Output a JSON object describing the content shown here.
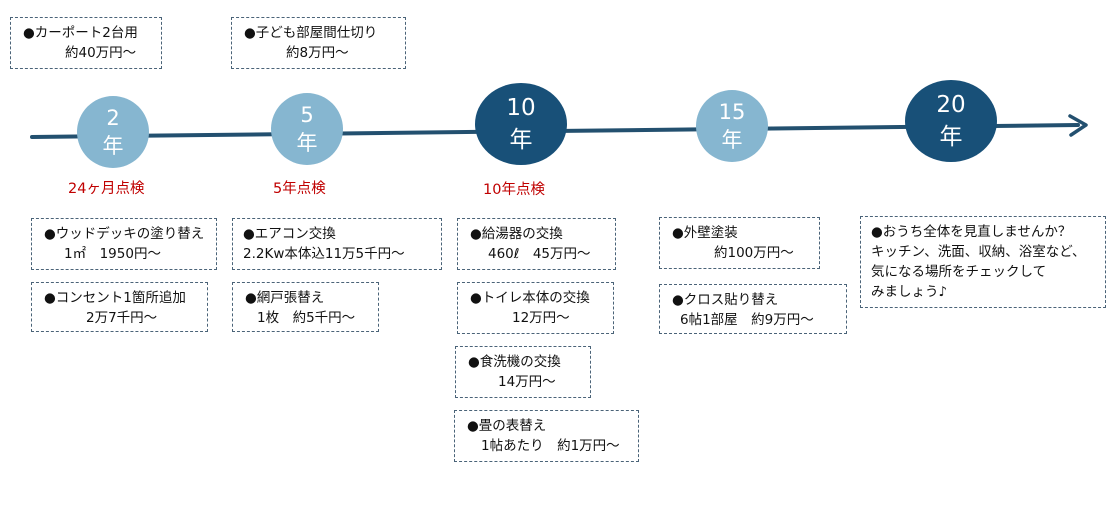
{
  "colors": {
    "line": "#23506f",
    "circle_light": "#86b6d0",
    "circle_dark": "#185078",
    "checkup_text": "#c00000",
    "box_border": "#4a6378"
  },
  "milestones": [
    {
      "number": "2",
      "unit": "年"
    },
    {
      "number": "5",
      "unit": "年"
    },
    {
      "number": "10",
      "unit": "年"
    },
    {
      "number": "15",
      "unit": "年"
    },
    {
      "number": "20",
      "unit": "年"
    }
  ],
  "checkups": [
    "24ヶ月点検",
    "5年点検",
    "10年点検"
  ],
  "items": {
    "carport": {
      "title": "●カーポート2台用",
      "detail": "約40万円～"
    },
    "kids_partition": {
      "title": "●子ども部屋間仕切り",
      "detail": "約8万円～"
    },
    "deck": {
      "title": "●ウッドデッキの塗り替え",
      "detail": "1㎡　1950円～"
    },
    "outlet": {
      "title": "●コンセント1箇所追加",
      "detail": "2万7千円～"
    },
    "aircon": {
      "title": "●エアコン交換",
      "detail": "2.2Kw本体込11万5千円～"
    },
    "screen": {
      "title": "●網戸張替え",
      "detail": "1枚　約5千円～"
    },
    "water_heater": {
      "title": "●給湯器の交換",
      "detail": "460ℓ　45万円～"
    },
    "toilet": {
      "title": "●トイレ本体の交換",
      "detail": "12万円～"
    },
    "dishwasher": {
      "title": "●食洗機の交換",
      "detail": "14万円～"
    },
    "tatami": {
      "title": "●畳の表替え",
      "detail": "1帖あたり　約1万円～"
    },
    "exterior": {
      "title": "●外壁塗装",
      "detail": "約100万円～"
    },
    "wallpaper": {
      "title": "●クロス貼り替え",
      "detail": "6帖1部屋　約9万円～"
    },
    "review": {
      "line1": "●おうち全体を見直しませんか？",
      "line2": "キッチン、洗面、収納、浴室など、",
      "line3": "気になる場所をチェックして",
      "line4": "みましょう♪"
    }
  }
}
